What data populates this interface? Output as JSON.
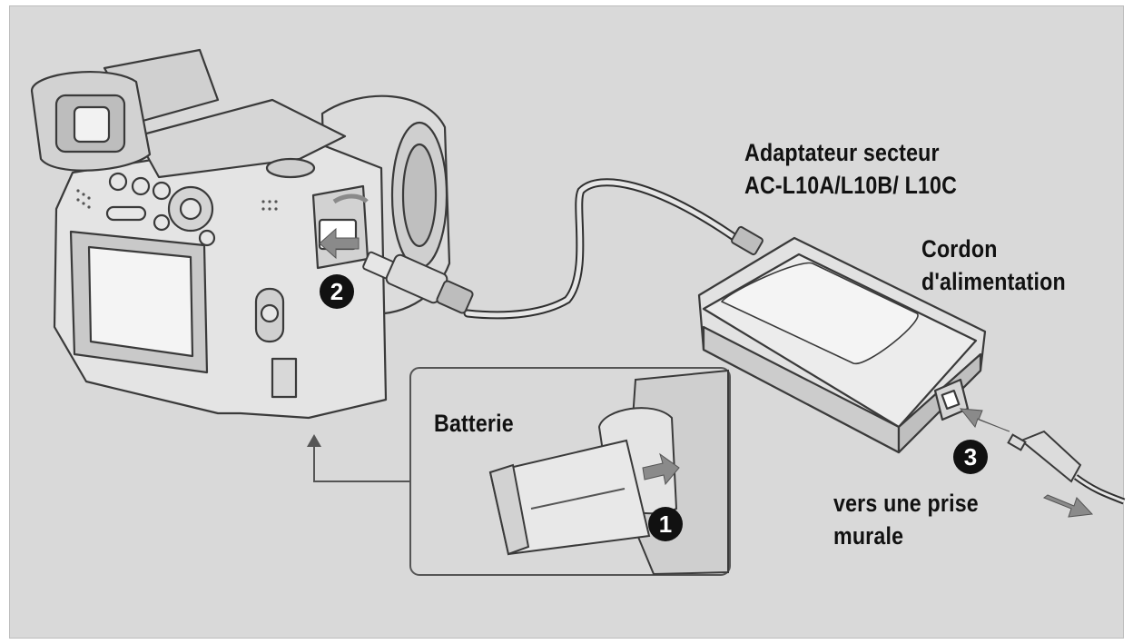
{
  "labels": {
    "adapter_line1": "Adaptateur secteur",
    "adapter_line2": "AC-L10A/L10B/ L10C",
    "cord_line1": "Cordon",
    "cord_line2": "d'alimentation",
    "battery": "Batterie",
    "outlet_line1": "vers une prise",
    "outlet_line2": "murale"
  },
  "steps": {
    "one": "1",
    "two": "2",
    "three": "3"
  },
  "colors": {
    "background": "#d9d9d9",
    "device_fill": "#e6e6e6",
    "outline": "#3a3a3a",
    "arrow_gray": "#8a8a8a",
    "step_badge": "#111111"
  },
  "icons": [
    "camera-icon",
    "battery-icon",
    "ac-adapter-icon",
    "power-plug-icon",
    "arrow-icon"
  ]
}
